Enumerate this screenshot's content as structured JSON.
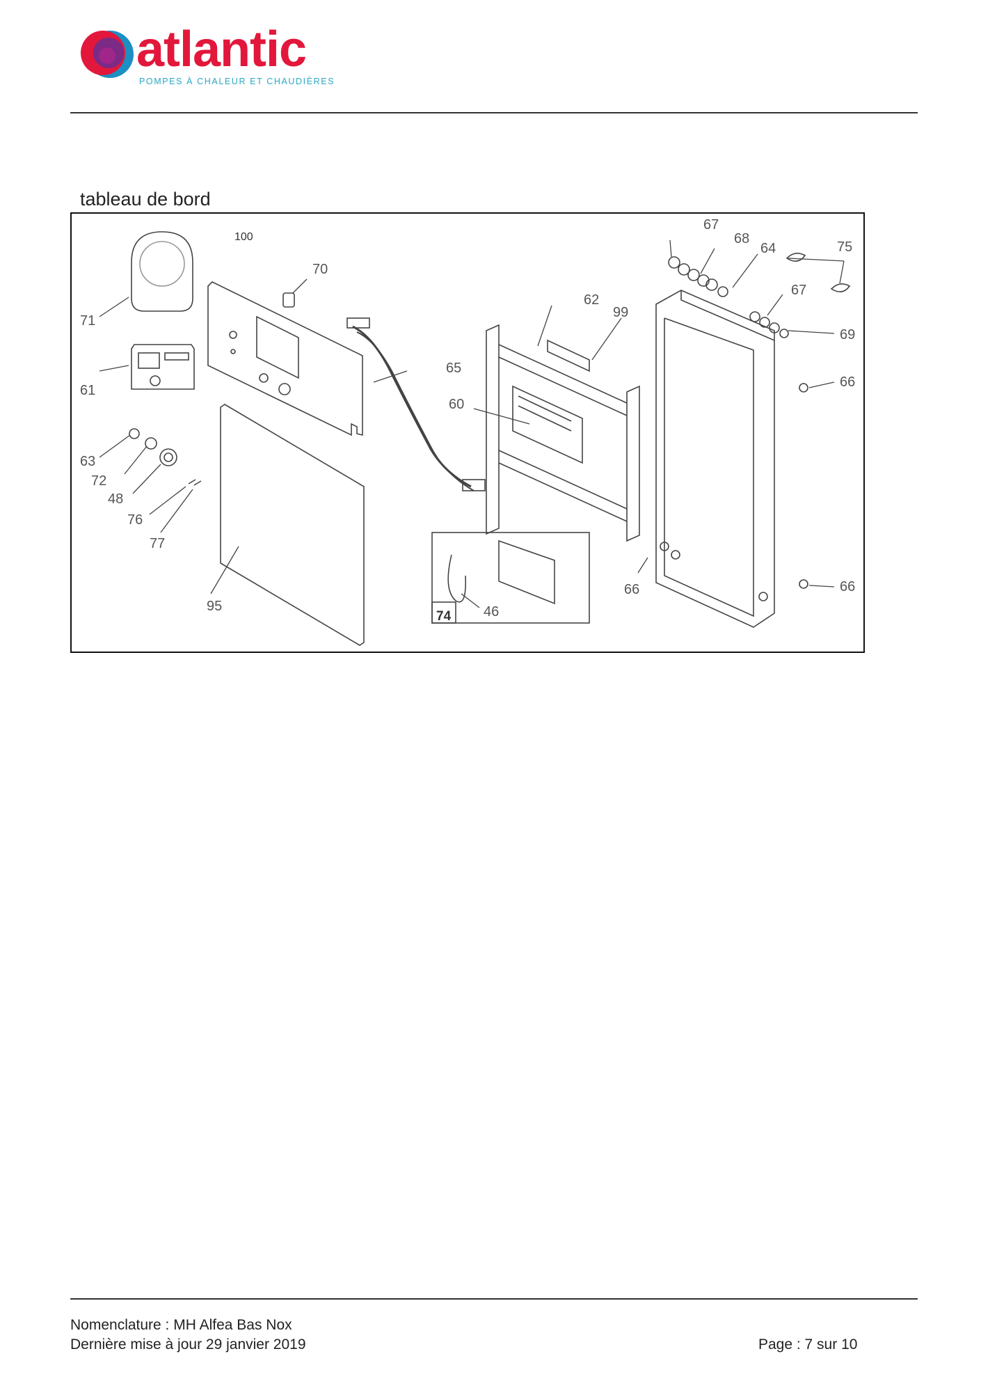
{
  "header": {
    "brand": "atlantic",
    "tagline": "POMPES À CHALEUR ET CHAUDIÈRES",
    "colors": {
      "brand_red": "#e2173b",
      "tagline_teal": "#2aa8c4",
      "logo_purple": "#7b2a86",
      "logo_blue": "#1c8fc3"
    }
  },
  "section": {
    "title": "tableau de bord"
  },
  "diagram": {
    "labels": [
      "100",
      "70",
      "71",
      "61",
      "63",
      "72",
      "48",
      "76",
      "77",
      "95",
      "65",
      "62",
      "99",
      "60",
      "74",
      "46",
      "67",
      "68",
      "64",
      "75",
      "67",
      "69",
      "66",
      "66",
      "66"
    ]
  },
  "footer": {
    "nomenclature": "Nomenclature : MH Alfea Bas Nox",
    "last_update": "Dernière mise à jour 29 janvier 2019",
    "page": "Page : 7 sur 10"
  }
}
